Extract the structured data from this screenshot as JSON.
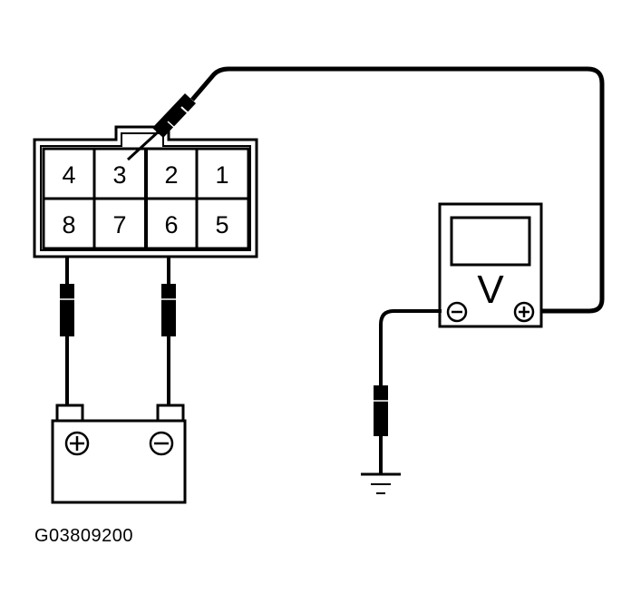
{
  "figure_id": "G03809200",
  "connector": {
    "pins_top": [
      "4",
      "3",
      "2",
      "1"
    ],
    "pins_bottom": [
      "8",
      "7",
      "6",
      "5"
    ]
  },
  "voltmeter": {
    "symbol": "V",
    "neg_terminal": "⊖",
    "pos_terminal": "⊕"
  },
  "battery": {
    "pos_terminal": "⊕",
    "neg_terminal": "⊖"
  }
}
